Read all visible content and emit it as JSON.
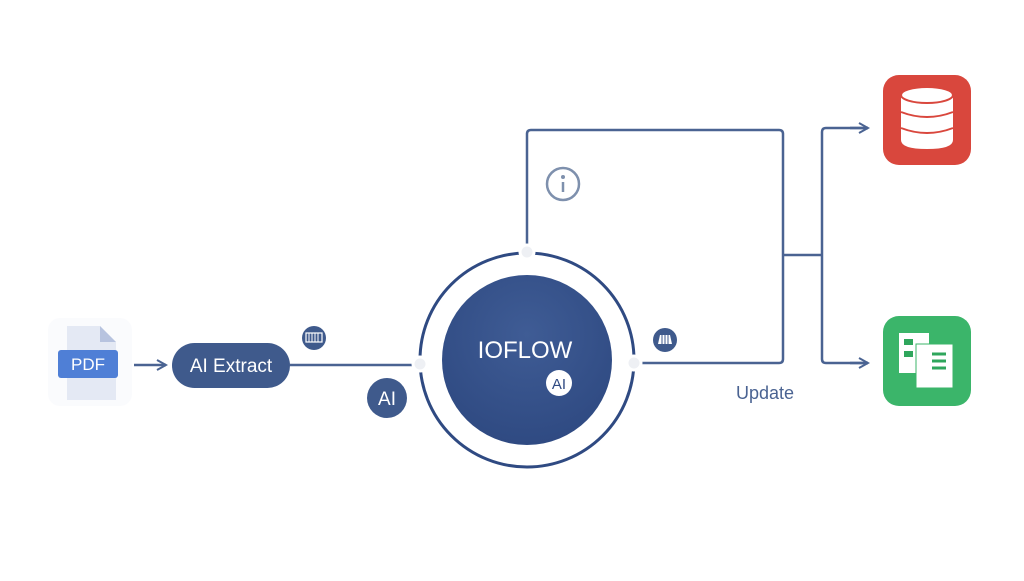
{
  "colors": {
    "navy": "#34508a",
    "line": "#4a6392",
    "pdf_blue": "#4f7fd6",
    "db_red": "#d9473d",
    "sheet_green": "#3bb56a"
  },
  "source": {
    "label": "PDF",
    "icon": "pdf-file-icon"
  },
  "extract": {
    "label": "AI Extract"
  },
  "hub": {
    "title": "IOFLOW",
    "badge": "AI"
  },
  "ai_badge": {
    "label": "AI"
  },
  "update": {
    "label": "Update"
  },
  "icons": {
    "left_connector": "database-rack-icon",
    "right_connector": "database-rack-icon",
    "info": "info-icon",
    "destination_db": "database-icon",
    "destination_sheet": "spreadsheet-icon"
  }
}
